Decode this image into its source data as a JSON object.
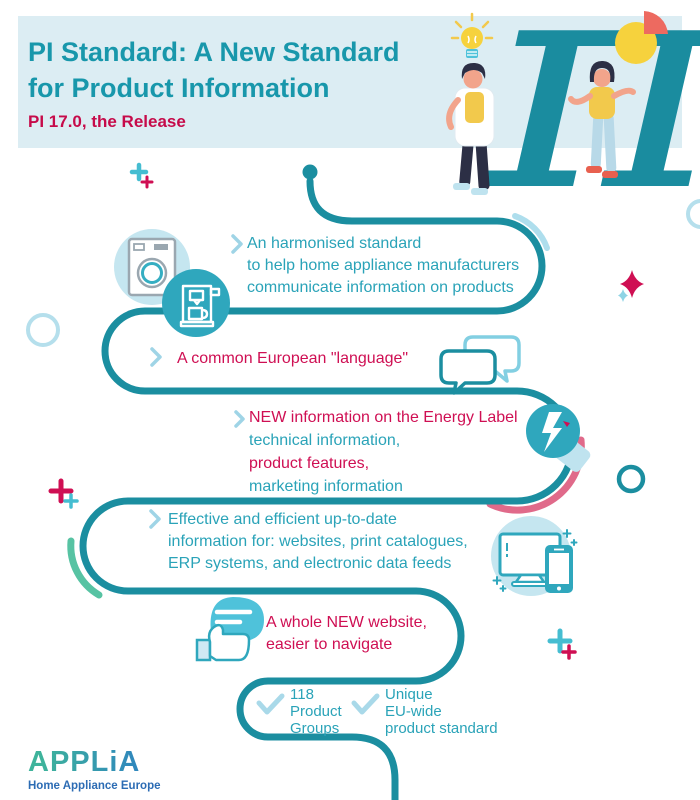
{
  "header": {
    "title_line1": "PI Standard: A New Standard",
    "title_line2": "for Product Information",
    "subtitle": "PI 17.0, the Release"
  },
  "steps": {
    "harmonised": {
      "line1": "An harmonised standard",
      "line2": "to help home appliance manufacturers",
      "line3": "communicate information on products"
    },
    "language": {
      "line1": "A common European \"language\""
    },
    "energy": {
      "line1": "NEW information on the Energy Label",
      "line2": "technical information,",
      "line3": "product features,",
      "line4": "marketing information"
    },
    "uptodate": {
      "line1": "Effective and efficient up-to-date",
      "line2": "information for: websites, print catalogues,",
      "line3": "ERP systems, and electronic data feeds"
    },
    "website": {
      "line1": "A whole NEW website,",
      "line2": "easier to navigate"
    },
    "groups": {
      "line1": "118",
      "line2": "Product",
      "line3": "Groups"
    },
    "standard": {
      "line1": "Unique",
      "line2": "EU-wide",
      "line3": "product standard"
    }
  },
  "footer": {
    "logo_text": "APPLiA",
    "tagline": "Home Appliance Europe"
  },
  "colors": {
    "teal_path": "#1b8ea0",
    "teal_text": "#2aa3b8",
    "crimson": "#cf0f53",
    "header_bg": "#dcedf3",
    "light_blue": "#c5e6f0",
    "accent_blue": "#aedeed",
    "green_arc": "#57c3a3",
    "pink_arc": "#e06a8a",
    "yellow": "#f6d23d",
    "pie_red": "#ed6a60"
  },
  "icons": {
    "hero": [
      "lightbulb-icon",
      "pie-chart-icon",
      "pi-symbol"
    ],
    "path": [
      "washing-machine-icon",
      "coffee-machine-icon",
      "speech-bubbles-icon",
      "lightning-icon",
      "price-tag-icon",
      "devices-icon",
      "thumbs-up-icon",
      "chevron-icon",
      "checkmark-icon"
    ]
  }
}
